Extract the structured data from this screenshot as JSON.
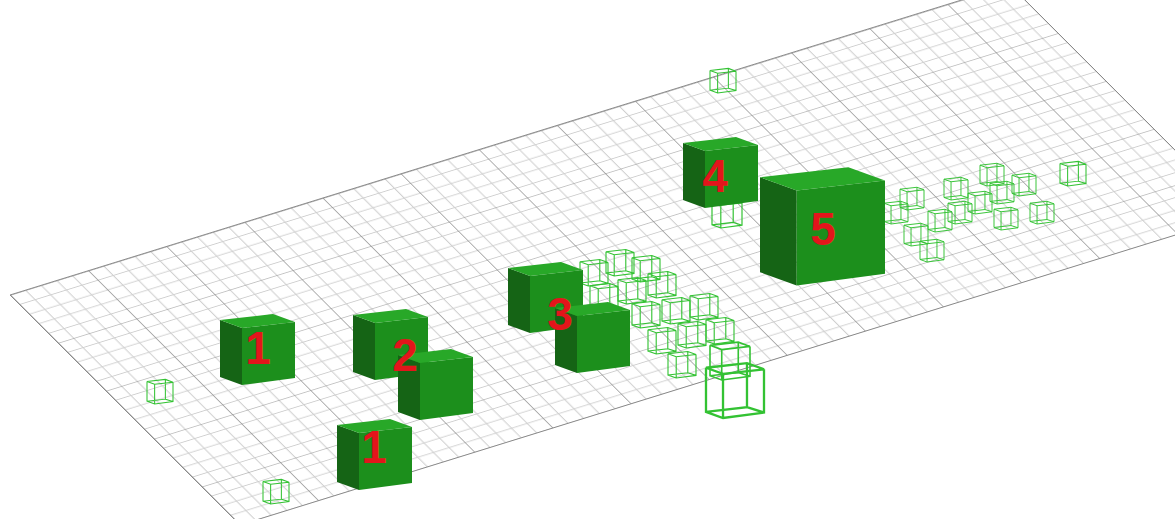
{
  "diagram": {
    "labels": [
      "1",
      "2",
      "1",
      "3",
      "4",
      "5"
    ]
  }
}
